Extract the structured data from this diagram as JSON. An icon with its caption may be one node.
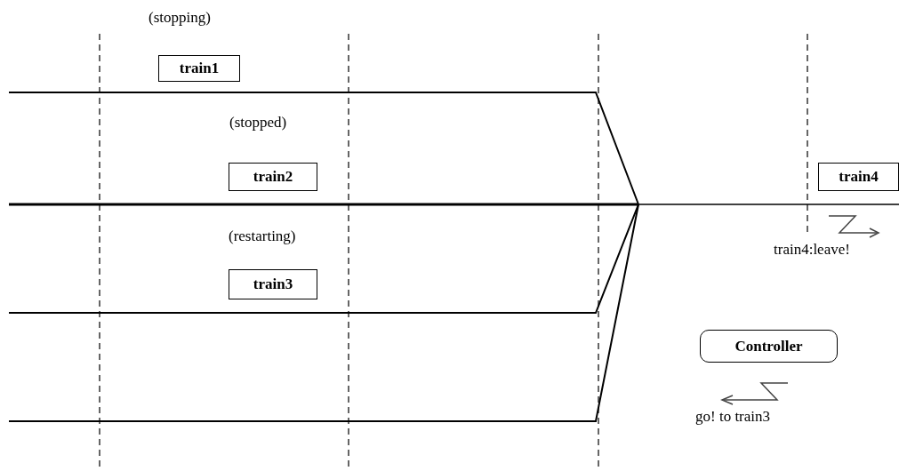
{
  "diagram": {
    "nodes": [
      {
        "text": [
          "train1"
        ],
        "beside": [
          "(stopping)"
        ]
      },
      {
        "text": [
          "train2"
        ],
        "beside": [
          "(stopped)"
        ]
      },
      {
        "text": [
          "train3"
        ],
        "beside": [
          "(restarting)"
        ]
      },
      {
        "text": [
          "train4"
        ]
      },
      {
        "text": [
          "Controller"
        ]
      }
    ],
    "edges": [],
    "labels": [
      "train4:leave!",
      "go! to train3"
    ]
  }
}
